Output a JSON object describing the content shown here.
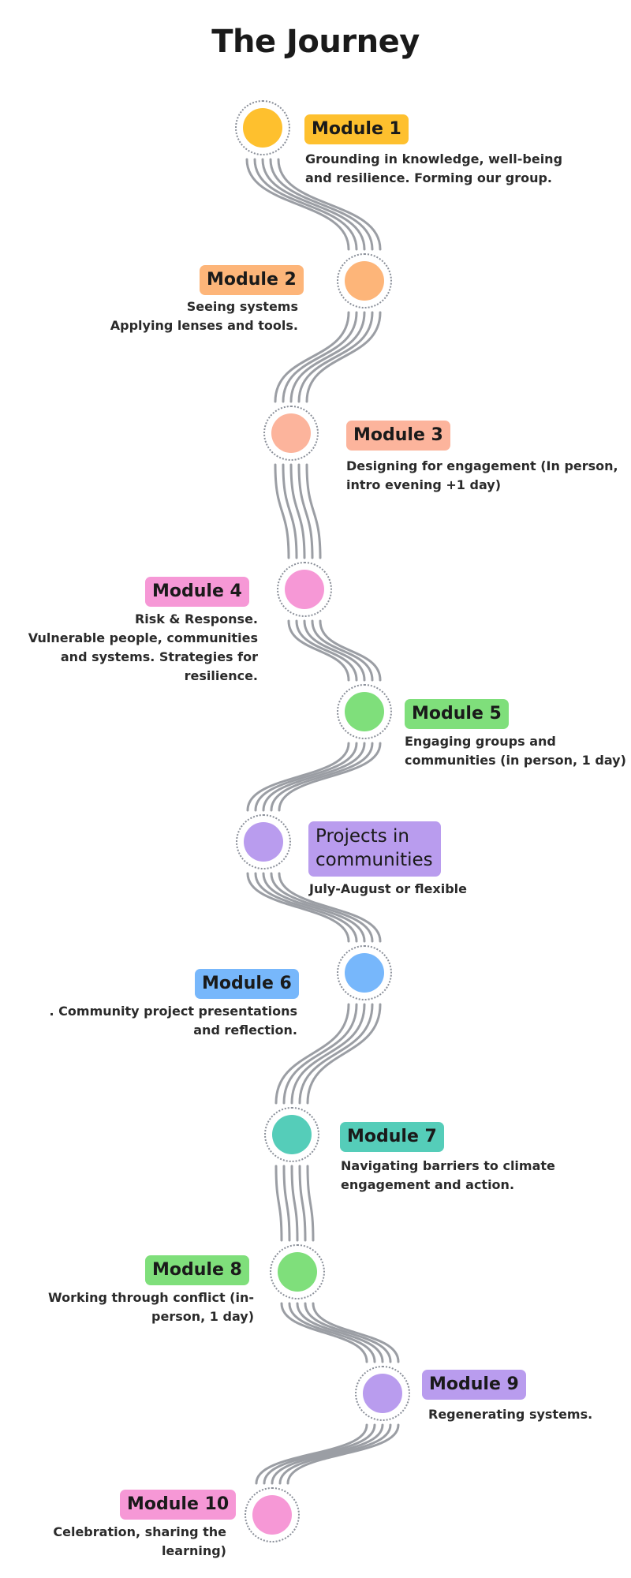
{
  "title": "The Journey",
  "modules": [
    {
      "label": "Module 1",
      "desc": "Grounding in knowledge, well-being and resilience. Forming our group.",
      "color": "#fec02e",
      "label_color": "#fec02e"
    },
    {
      "label": "Module 2",
      "desc": "Seeing systems\nApplying lenses and tools.",
      "color": "#fdb579",
      "label_color": "#fdb579"
    },
    {
      "label": "Module 3",
      "desc": "Designing for engagement (In person, intro evening +1 day)",
      "color": "#fcb49c",
      "label_color": "#fcb49c"
    },
    {
      "label": "Module 4",
      "desc": "Risk & Response.\nVulnerable people, communities and systems. Strategies for resilience.",
      "color": "#f698d6",
      "label_color": "#f698d6"
    },
    {
      "label": "Module 5",
      "desc": "Engaging groups and communities (in person, 1 day)",
      "color": "#7fdf7b",
      "label_color": "#7fdf7b"
    },
    {
      "label": "Projects in communities",
      "desc": "July-August or flexible",
      "color": "#b99cee",
      "label_color": "#b99cee"
    },
    {
      "label": "Module 6",
      "desc": ". Community project presentations and reflection.",
      "color": "#77b7fb",
      "label_color": "#77b7fb"
    },
    {
      "label": "Module 7",
      "desc": "Navigating barriers to climate engagement and action.",
      "color": "#55cdb9",
      "label_color": "#55cdb9"
    },
    {
      "label": "Module 8",
      "desc": "Working through conflict (in-person, 1 day)",
      "color": "#7fdf7b",
      "label_color": "#7fdf7b"
    },
    {
      "label": "Module 9",
      "desc": "Regenerating systems.",
      "color": "#b99cee",
      "label_color": "#b99cee"
    },
    {
      "label": "Module 10",
      "desc": "Celebration, sharing the learning)",
      "color": "#f698d6",
      "label_color": "#f698d6"
    }
  ],
  "path_color": "#9b9ea4"
}
